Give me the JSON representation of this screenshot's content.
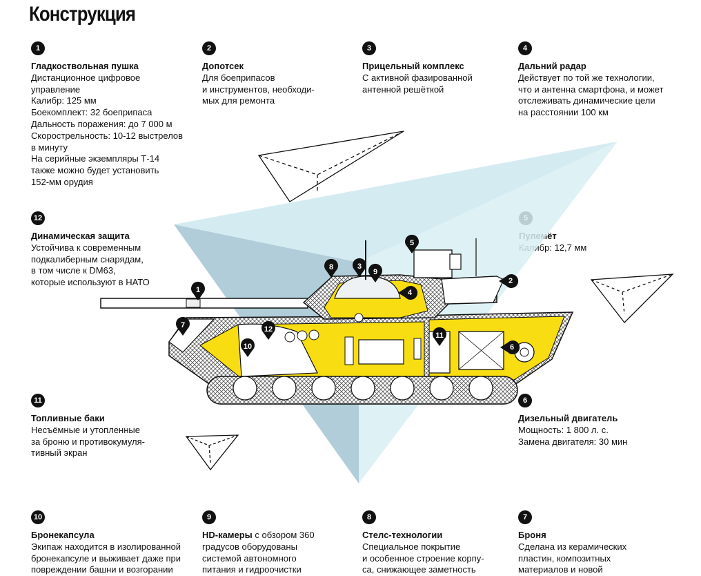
{
  "title": "Конструкция",
  "items": [
    {
      "num": "1",
      "head": "Гладкоствольная пушка",
      "desc": "Дистанционное цифровое\nуправление\nКалибр: 125 мм\nБоекомплект: 32 боеприпаса\nДальность поражения: до 7 000 м\nСкорострельность: 10-12 выстрелов\nв минуту\nНа серийные экземпляры Т-14\nтакже можно будет установить\n152-мм орудия"
    },
    {
      "num": "2",
      "head": "Допотсек",
      "desc": "Для боеприпасов\nи инструментов, необходи-\nмых для ремонта"
    },
    {
      "num": "3",
      "head": "Прицельный комплекс",
      "desc": "С активной фазированной\nантенной решёткой"
    },
    {
      "num": "4",
      "head": "Дальний радар",
      "desc": "Действует по той же технологии,\nчто и антенна смартфона, и может\nотслеживать динамические цели\nна расстоянии 100 км"
    },
    {
      "num": "12",
      "head": "Динамическая защита",
      "desc": "Устойчива к современным\nподкалиберным снарядам,\nв том числе к DM63,\nкоторые используют в НАТО"
    },
    {
      "num": "5",
      "head": "Пулемёт",
      "desc": "Калибр: 12,7 мм"
    },
    {
      "num": "11",
      "head": "Топливные баки",
      "desc": "Несъёмные и утопленные\nза броню и противокумуля-\nтивный экран"
    },
    {
      "num": "6",
      "head": "Дизельный двигатель",
      "desc": "Мощность: 1 800 л. с.\nЗамена двигателя: 30 мин"
    },
    {
      "num": "10",
      "head": "Бронекапсула",
      "desc": "Экипаж находится в изолированной\nбронекапсуле и выживает даже при\nповреждении башни и возгорании"
    },
    {
      "num": "9",
      "head": "HD-камеры",
      "desc": " с обзором 360\nградусов оборудованы\nсистемой автономного\nпитания и гидроочистки"
    },
    {
      "num": "8",
      "head": "Стелс-технологии",
      "desc": "Специальное покрытие\nи особенное строение корпу-\nса, снижающее заметность"
    },
    {
      "num": "7",
      "head": "Броня",
      "desc": "Сделана из керамических\nпластин, композитных\nматериалов и новой"
    }
  ],
  "markers": [
    "1",
    "2",
    "3",
    "4",
    "5",
    "6",
    "7",
    "8",
    "9",
    "10",
    "11",
    "12"
  ],
  "colors": {
    "armor_yellow": "#f7dd12",
    "radar_blue": "#bfe2ea",
    "radar_blue_dark": "#8fb3c3",
    "ink": "#111111"
  }
}
